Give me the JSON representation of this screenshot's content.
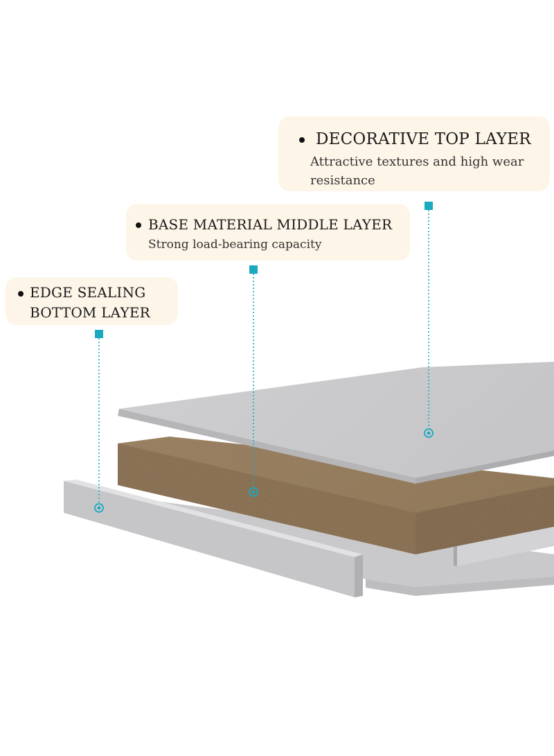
{
  "layers": {
    "top": {
      "title": "DECORATIVE TOP LAYER",
      "description": "Attractive textures and high wear resistance"
    },
    "middle": {
      "title": "BASE MATERIAL MIDDLE LAYER",
      "description": "Strong load-bearing capacity"
    },
    "bottom": {
      "title": "EDGE SEALING BOTTOM LAYER"
    }
  },
  "colors": {
    "callout_background": "#fdf5e8",
    "marker": "#1aaabf",
    "panel_gray": "#c9c9cc",
    "board_brown": "#8d7457"
  }
}
